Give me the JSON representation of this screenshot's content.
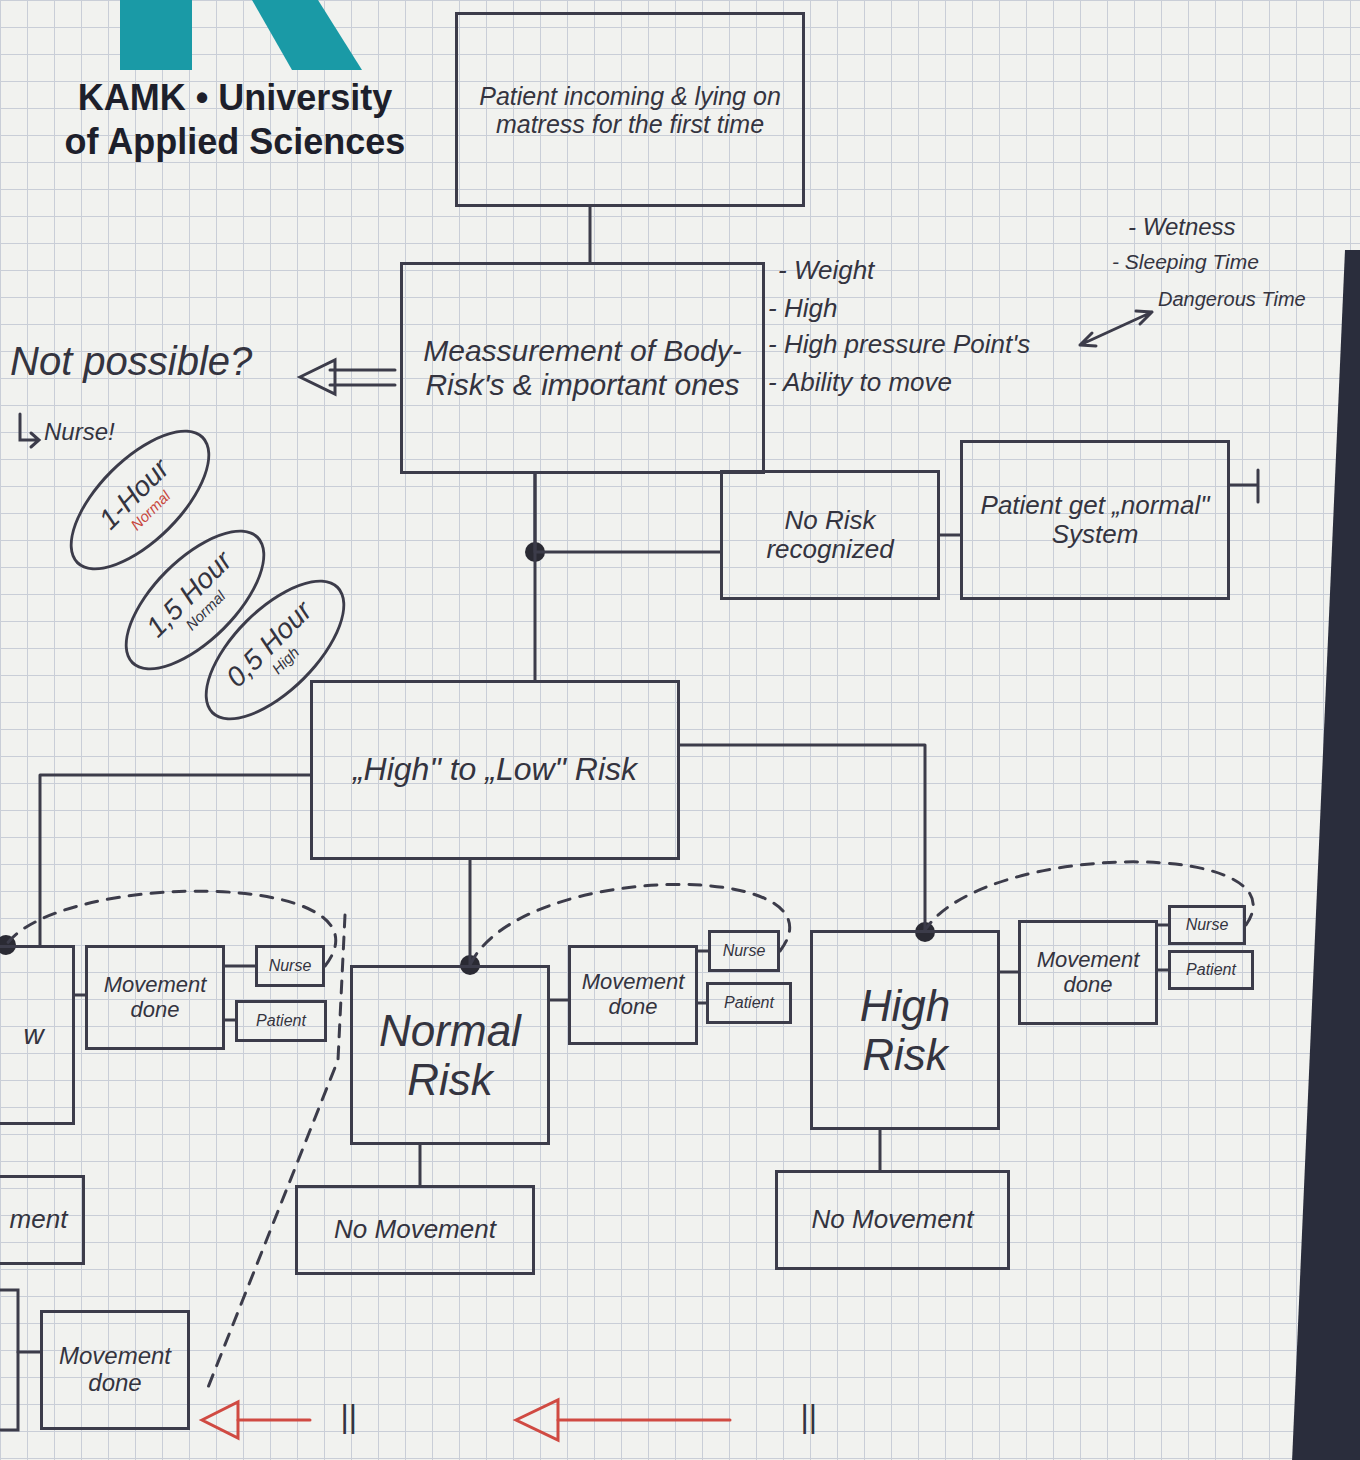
{
  "diagram": {
    "nodes": [
      {
        "text": [
          "Patient incoming & lying on matress for the first time"
        ]
      },
      {
        "text": [
          "Meassurement of Body-Risk's & important ones"
        ]
      },
      {
        "text": [
          "1-Hour",
          "Normal"
        ]
      },
      {
        "text": [
          "1,5 Hour",
          "Normal"
        ]
      },
      {
        "text": [
          "0,5 Hour",
          "High"
        ]
      },
      {
        "text": [
          "No Risk recognized"
        ]
      },
      {
        "text": [
          "Patient get „normal\" System"
        ]
      },
      {
        "text": [
          "„High\" to „Low\" Risk"
        ]
      },
      {
        "text": [
          "w"
        ]
      },
      {
        "text": [
          "Movement done"
        ]
      },
      {
        "text": [
          "Nurse"
        ]
      },
      {
        "text": [
          "Patient"
        ]
      },
      {
        "text": [
          "Normal Risk"
        ]
      },
      {
        "text": [
          "Movement done"
        ]
      },
      {
        "text": [
          "Nurse"
        ]
      },
      {
        "text": [
          "Patient"
        ]
      },
      {
        "text": [
          "High Risk"
        ]
      },
      {
        "text": [
          "Movement done"
        ]
      },
      {
        "text": [
          "Nurse"
        ]
      },
      {
        "text": [
          "Patient"
        ]
      },
      {
        "text": [
          "ment"
        ]
      },
      {
        "text": [
          "No Movement"
        ]
      },
      {
        "text": [
          "No Movement"
        ]
      },
      {
        "text": [
          "Movement done"
        ]
      }
    ],
    "edges": [
      {
        "from": 0,
        "to": 1,
        "arrow": "none"
      },
      {
        "from": 1,
        "to": 5,
        "arrow": "none"
      },
      {
        "from": 1,
        "to": 7,
        "arrow": "none"
      },
      {
        "from": 5,
        "to": 6,
        "arrow": "none"
      },
      {
        "from": 7,
        "to": 8,
        "arrow": "none"
      },
      {
        "from": 7,
        "to": 12,
        "arrow": "none"
      },
      {
        "from": 7,
        "to": 16,
        "arrow": "none"
      },
      {
        "from": 8,
        "to": 9,
        "arrow": "none"
      },
      {
        "from": 9,
        "to": 10,
        "arrow": "none"
      },
      {
        "from": 9,
        "to": 11,
        "arrow": "none"
      },
      {
        "from": 10,
        "to": 8,
        "arrow": "none"
      },
      {
        "from": 12,
        "to": 13,
        "arrow": "none"
      },
      {
        "from": 13,
        "to": 14,
        "arrow": "none"
      },
      {
        "from": 13,
        "to": 15,
        "arrow": "none"
      },
      {
        "from": 14,
        "to": 12,
        "arrow": "none"
      },
      {
        "from": 16,
        "to": 17,
        "arrow": "none"
      },
      {
        "from": 17,
        "to": 18,
        "arrow": "none"
      },
      {
        "from": 17,
        "to": 19,
        "arrow": "none"
      },
      {
        "from": 18,
        "to": 16,
        "arrow": "none"
      },
      {
        "from": 12,
        "to": 21,
        "arrow": "none"
      },
      {
        "from": 16,
        "to": 22,
        "arrow": "none"
      }
    ],
    "labels": [
      "KAMK • University of Applied Sciences",
      "- Weight",
      "- High",
      "- High pressure Point's",
      "- Ability to move",
      "- Wetness",
      "- Sleeping Time",
      "Dangerous Time",
      "Not possible?",
      "Nurse!",
      "||",
      "||"
    ]
  }
}
